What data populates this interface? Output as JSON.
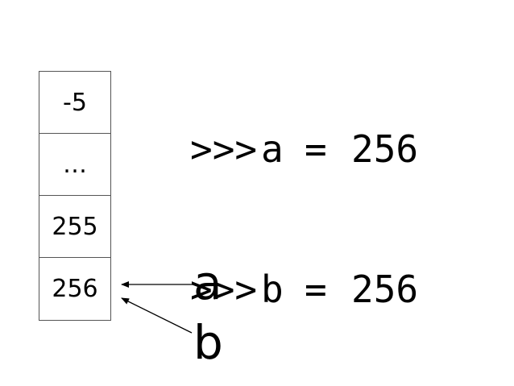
{
  "code": {
    "lines": [
      {
        "prompt": ">>>",
        "name": "a",
        "op": "=",
        "value": "256"
      },
      {
        "prompt": ">>>",
        "name": "b",
        "op": "=",
        "value": "256"
      }
    ]
  },
  "memory": {
    "cells": [
      "-5",
      "…",
      "255",
      "256"
    ]
  },
  "references": {
    "a": "a",
    "b": "b"
  }
}
